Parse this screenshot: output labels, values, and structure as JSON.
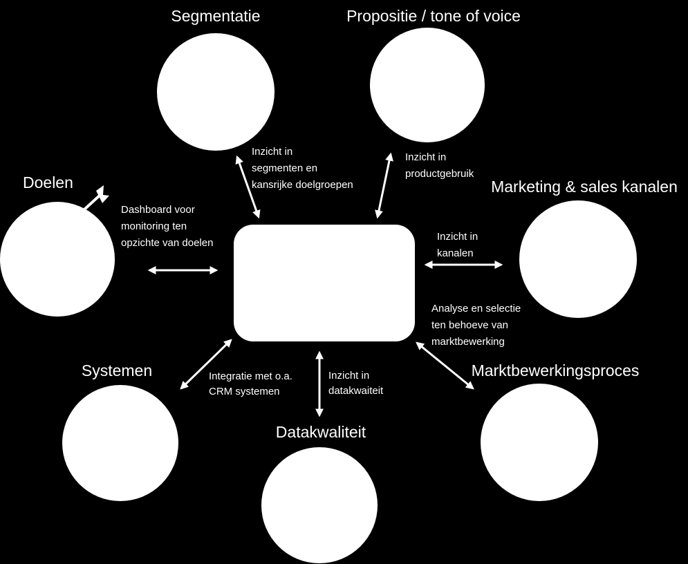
{
  "colors": {
    "background": "#000000",
    "foreground": "#ffffff"
  },
  "nodes": {
    "segmentatie": {
      "title": "Segmentatie"
    },
    "propositie": {
      "title": "Propositie / tone of voice"
    },
    "doelen": {
      "title": "Doelen",
      "icon": "target-arrow-icon"
    },
    "kanalen": {
      "title": "Marketing & sales kanalen"
    },
    "systemen": {
      "title": "Systemen"
    },
    "datakwaliteit": {
      "title": "Datakwaliteit"
    },
    "marktbewerking": {
      "title": "Marktbewerkingsproces"
    }
  },
  "labels": {
    "segmentatie": [
      "Inzicht in",
      "segmenten en",
      "kansrijke doelgroepen"
    ],
    "propositie": [
      "Inzicht in",
      "productgebruik"
    ],
    "doelen": [
      "Dashboard voor",
      "monitoring ten",
      "opzichte van doelen"
    ],
    "kanalen": [
      "Inzicht in",
      "kanalen"
    ],
    "marktbewerking": [
      "Analyse en selectie",
      "ten behoeve van",
      "marktbewerking"
    ],
    "systemen": [
      "Integratie met o.a.",
      "CRM systemen"
    ],
    "datakwaliteit": [
      "Inzicht in",
      "datakwaiteit"
    ]
  }
}
